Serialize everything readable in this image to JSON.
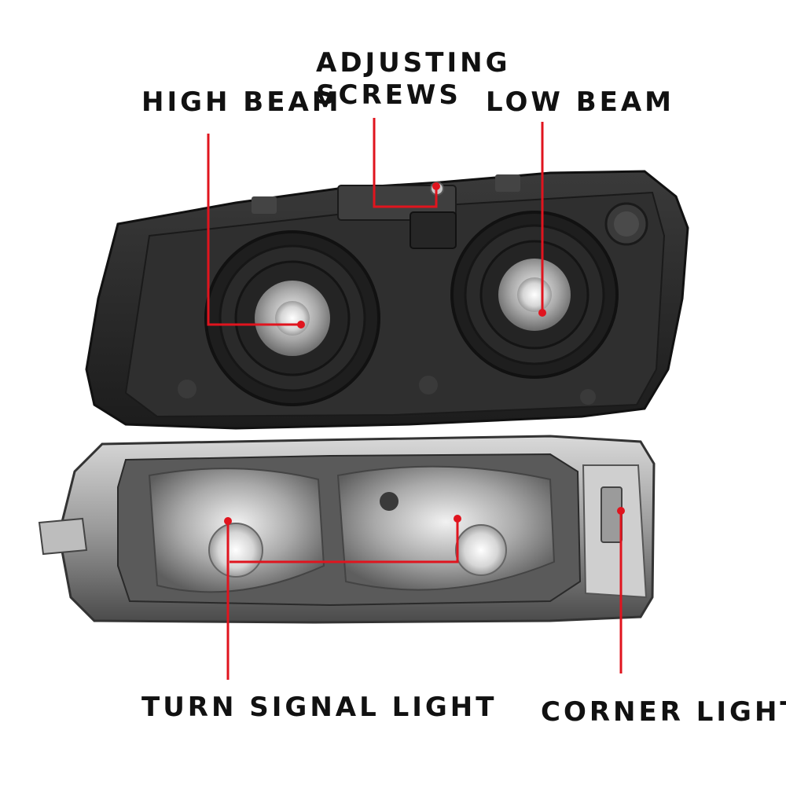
{
  "labels": {
    "high_beam": "HIGH BEAM",
    "adjusting_screws_line1": "ADJUSTING",
    "adjusting_screws_line2": "SCREWS",
    "low_beam": "LOW BEAM",
    "turn_signal_light": "TURN SIGNAL LIGHT",
    "corner_light": "CORNER LIGHT"
  },
  "colors": {
    "callout": "#e0141e",
    "housing": "#2b2b2b",
    "chrome": "#b9b9b9",
    "text": "#111111"
  },
  "icons": [
    "headlight-housing",
    "bumper-light-housing",
    "beam-reflector",
    "adjusting-screw"
  ]
}
